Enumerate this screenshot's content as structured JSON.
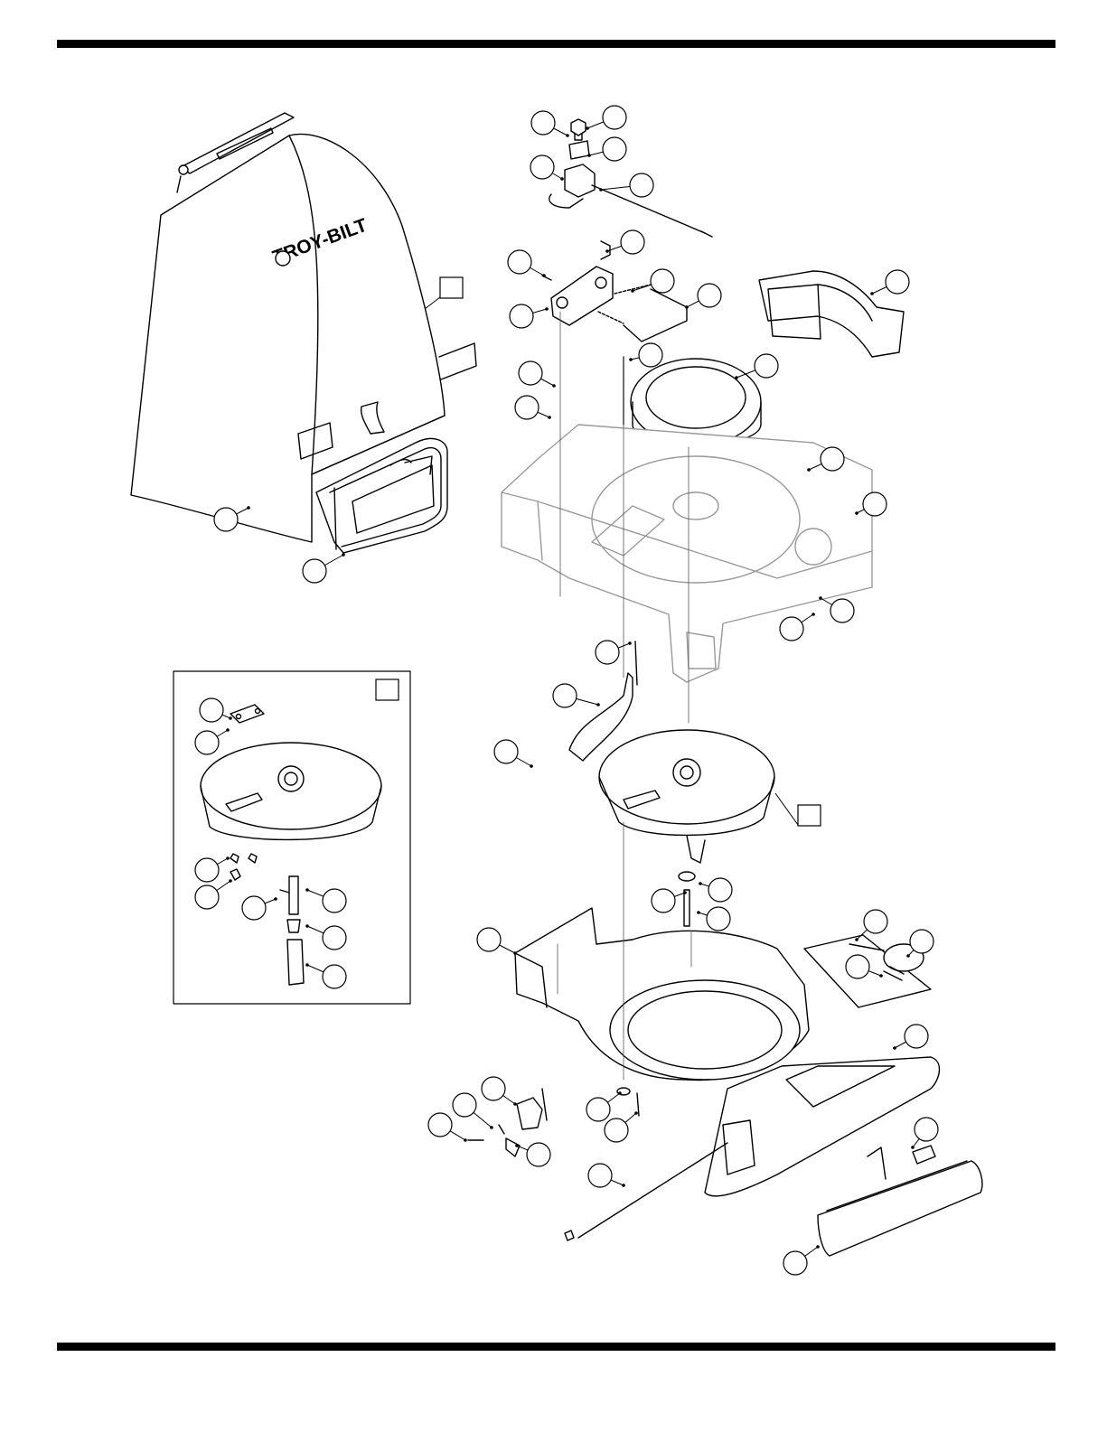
{
  "brand": {
    "logo_text": "TROY-BILT"
  },
  "callouts": [
    {
      "id": "c01",
      "label": ""
    },
    {
      "id": "c02",
      "label": ""
    },
    {
      "id": "c03",
      "label": ""
    },
    {
      "id": "c04",
      "label": ""
    },
    {
      "id": "c05",
      "label": ""
    },
    {
      "id": "c06",
      "label": ""
    },
    {
      "id": "c07",
      "label": ""
    },
    {
      "id": "c08",
      "label": ""
    },
    {
      "id": "c09",
      "label": ""
    },
    {
      "id": "c10",
      "label": ""
    },
    {
      "id": "c11",
      "label": ""
    },
    {
      "id": "c12",
      "label": ""
    },
    {
      "id": "c13",
      "label": ""
    },
    {
      "id": "c14",
      "label": ""
    },
    {
      "id": "c15",
      "label": ""
    },
    {
      "id": "c16",
      "label": ""
    },
    {
      "id": "c17",
      "label": ""
    },
    {
      "id": "c18",
      "label": ""
    },
    {
      "id": "c19",
      "label": ""
    },
    {
      "id": "c20",
      "label": ""
    },
    {
      "id": "c21",
      "label": ""
    },
    {
      "id": "c22",
      "label": ""
    },
    {
      "id": "c23",
      "label": ""
    },
    {
      "id": "c24",
      "label": ""
    },
    {
      "id": "c25",
      "label": ""
    },
    {
      "id": "c26",
      "label": ""
    },
    {
      "id": "c27",
      "label": ""
    },
    {
      "id": "c28",
      "label": ""
    },
    {
      "id": "c29",
      "label": ""
    },
    {
      "id": "c30",
      "label": ""
    },
    {
      "id": "c31",
      "label": ""
    },
    {
      "id": "c32",
      "label": ""
    },
    {
      "id": "c33",
      "label": ""
    },
    {
      "id": "c34",
      "label": ""
    },
    {
      "id": "c35",
      "label": ""
    },
    {
      "id": "c36",
      "label": ""
    },
    {
      "id": "c37",
      "label": ""
    },
    {
      "id": "c38",
      "label": ""
    },
    {
      "id": "c39",
      "label": ""
    },
    {
      "id": "c40",
      "label": ""
    },
    {
      "id": "c41",
      "label": ""
    },
    {
      "id": "c42",
      "label": ""
    },
    {
      "id": "c43",
      "label": ""
    },
    {
      "id": "c44",
      "label": ""
    },
    {
      "id": "c45",
      "label": ""
    },
    {
      "id": "c46",
      "label": ""
    },
    {
      "id": "c47",
      "label": ""
    },
    {
      "id": "c48",
      "label": ""
    },
    {
      "id": "c49",
      "label": ""
    }
  ],
  "ref_boxes": [
    {
      "id": "r1",
      "label": ""
    },
    {
      "id": "r2",
      "label": ""
    },
    {
      "id": "r3",
      "label": ""
    }
  ]
}
